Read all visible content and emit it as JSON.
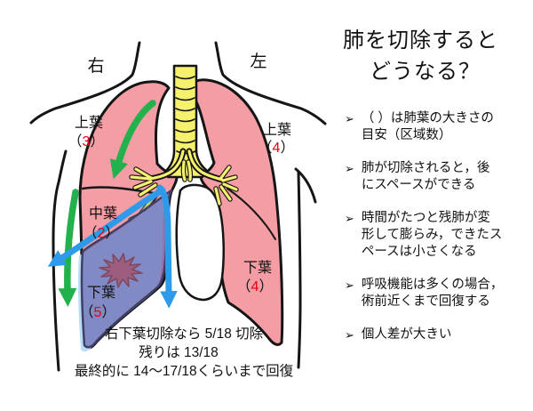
{
  "diagram": {
    "side_left_label": "右",
    "side_right_label": "左",
    "paren_open": "（",
    "paren_close": "）",
    "lobes": {
      "right_upper": {
        "name": "上葉",
        "num": "3"
      },
      "right_middle": {
        "name": "中葉",
        "num": "2"
      },
      "right_lower": {
        "name": "下葉",
        "num": "5"
      },
      "left_upper": {
        "name": "上葉",
        "num": "4"
      },
      "left_lower": {
        "name": "下葉",
        "num": "4"
      }
    },
    "captions": [
      "右下葉切除なら 5/18 切除",
      "残りは 13/18",
      "最終的に 14～17/18くらいまで回復"
    ],
    "colors": {
      "lung_pink": "#f49da5",
      "trachea_yellow": "#f5f06e",
      "removed_lobe_purple": "#5f57a8",
      "space_highlight_blue": "#badcf4",
      "bronchus_stub_olive": "#c9cf6f",
      "arrow_green": "#22b14c",
      "arrow_blue": "#2e9bea",
      "tumor_maroon": "#9c5e7c",
      "label_red": "#e60012",
      "outline_black": "#151515"
    }
  },
  "panel": {
    "title_lines": [
      "肺を切除すると",
      "どうなる？"
    ],
    "bullet_icon": "➢",
    "bullets": [
      {
        "lines": [
          "（ ）は肺葉の大きさの",
          "目安（区域数）"
        ]
      },
      {
        "lines": [
          "肺が切除されると，後",
          "にスペースができる"
        ]
      },
      {
        "lines": [
          "時間がたつと残肺が変",
          "形して膨らみ，できたス",
          "ペースは小さくなる"
        ]
      },
      {
        "lines": [
          "呼吸機能は多くの場合，",
          "術前近くまで回復する"
        ]
      },
      {
        "lines": [
          "個人差が大きい"
        ]
      }
    ]
  }
}
